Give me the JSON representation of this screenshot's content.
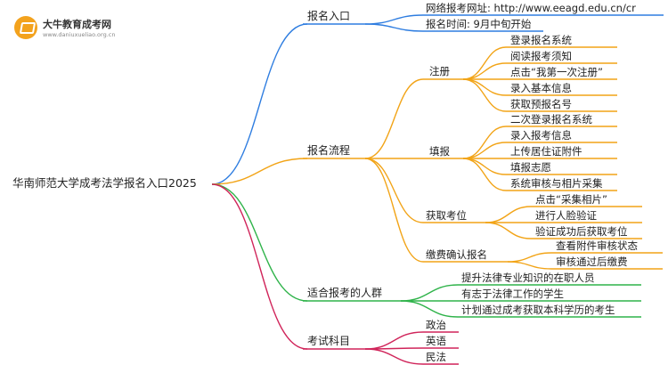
{
  "logo": {
    "title": "大牛教育成考网",
    "url": "www.daniuxueliao.org.cn"
  },
  "colors": {
    "blue": "#2e7de0",
    "orange": "#f2a417",
    "green": "#2fb34a",
    "crimson": "#d0245a"
  },
  "mindmap": {
    "root": "华南师范大学成考法学报名入口2025",
    "branches": [
      {
        "label": "报名入口",
        "color": "blue",
        "children": [
          {
            "label": "网络报考网址: http://www.eeagd.edu.cn/cr"
          },
          {
            "label": "报名时间: 9月中旬开始"
          }
        ]
      },
      {
        "label": "报名流程",
        "color": "orange",
        "children": [
          {
            "label": "注册",
            "children": [
              "登录报名系统",
              "阅读报考须知",
              "点击“我第一次注册”",
              "录入基本信息",
              "获取预报名号"
            ]
          },
          {
            "label": "填报",
            "children": [
              "二次登录报名系统",
              "录入报考信息",
              "上传居住证附件",
              "填报志愿",
              "系统审核与相片采集"
            ]
          },
          {
            "label": "获取考位",
            "children": [
              "点击“采集相片”",
              "进行人脸验证",
              "验证成功后获取考位"
            ]
          },
          {
            "label": "缴费确认报名",
            "children": [
              "查看附件审核状态",
              "审核通过后缴费"
            ]
          }
        ]
      },
      {
        "label": "适合报考的人群",
        "color": "green",
        "children": [
          {
            "label": "提升法律专业知识的在职人员"
          },
          {
            "label": "有志于法律工作的学生"
          },
          {
            "label": "计划通过成考获取本科学历的考生"
          }
        ]
      },
      {
        "label": "考试科目",
        "color": "crimson",
        "children": [
          {
            "label": "政治"
          },
          {
            "label": "英语"
          },
          {
            "label": "民法"
          }
        ]
      }
    ]
  }
}
